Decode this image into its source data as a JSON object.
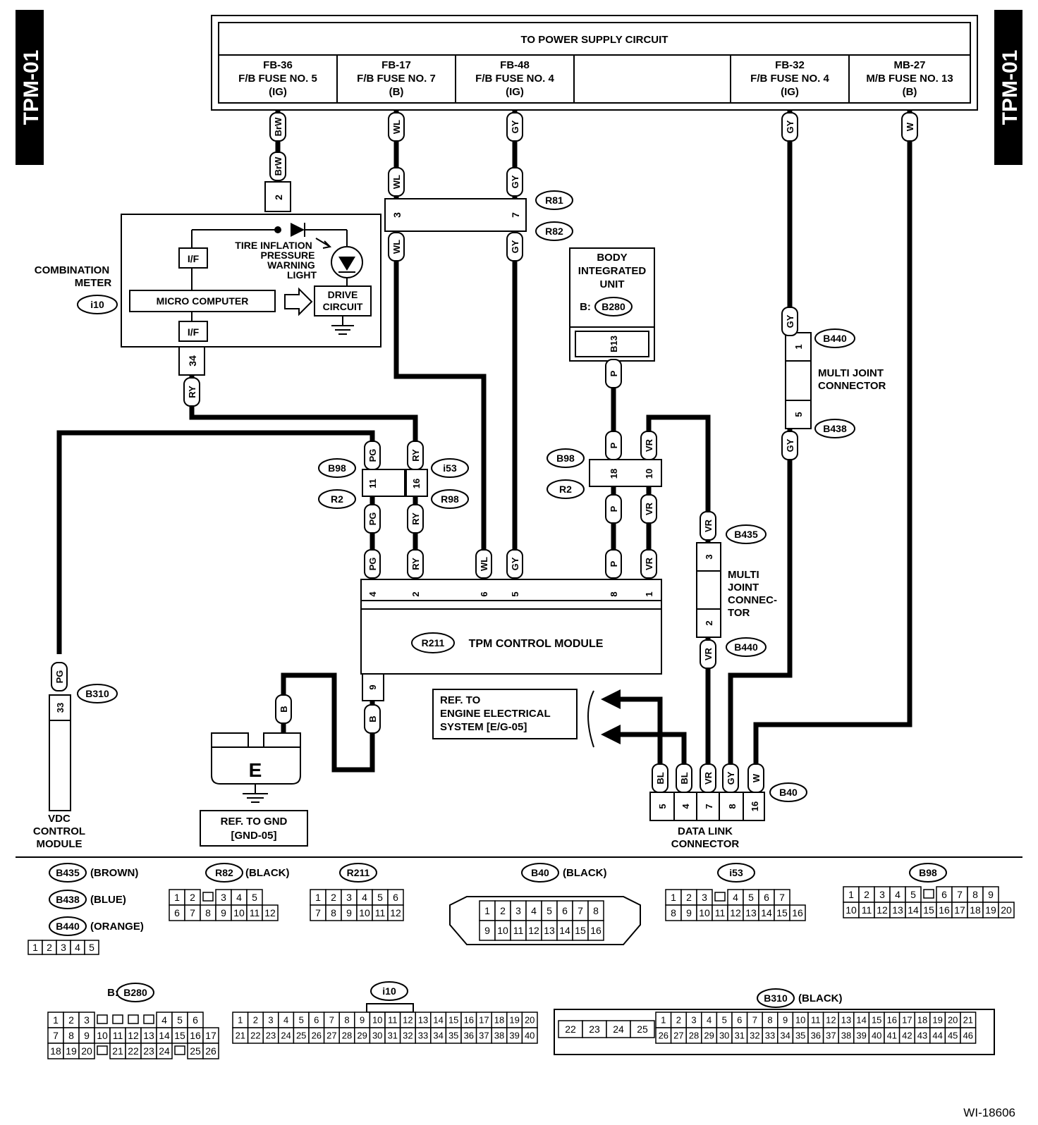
{
  "page_tag": "TPM-01",
  "diagram_code": "WI-18606",
  "power_supply": {
    "title": "TO POWER SUPPLY CIRCUIT",
    "fuses": [
      {
        "id": "FB-36",
        "name": "F/B FUSE NO. 5",
        "mode": "(IG)"
      },
      {
        "id": "FB-17",
        "name": "F/B FUSE NO. 7",
        "mode": "(B)"
      },
      {
        "id": "FB-48",
        "name": "F/B FUSE NO. 4",
        "mode": "(IG)"
      },
      {
        "id": "FB-32",
        "name": "F/B FUSE NO. 4",
        "mode": "(IG)"
      },
      {
        "id": "MB-27",
        "name": "M/B FUSE NO. 13",
        "mode": "(B)"
      }
    ]
  },
  "combination_meter": {
    "label_line1": "COMBINATION",
    "label_line2": "METER",
    "connector": "i10",
    "if_label": "I/F",
    "micro_computer": "MICRO COMPUTER",
    "warning_l1": "TIRE INFLATION",
    "warning_l2": "PRESSURE",
    "warning_l3": "WARNING",
    "warning_l4": "LIGHT",
    "drive_l1": "DRIVE",
    "drive_l2": "CIRCUIT",
    "pin_top": "2",
    "pin_bottom": "34"
  },
  "body_integrated_unit": {
    "line1": "BODY",
    "line2": "INTEGRATED",
    "line3": "UNIT",
    "prefix": "B:",
    "connector": "B280",
    "pin": "B13"
  },
  "tpm_module": {
    "connector": "R211",
    "label": "TPM CONTROL MODULE",
    "pins": [
      "4",
      "2",
      "6",
      "5",
      "8",
      "1"
    ],
    "ground_pin": "9"
  },
  "vdc_module": {
    "line1": "VDC",
    "line2": "CONTROL",
    "line3": "MODULE",
    "connector": "B310",
    "pin": "33"
  },
  "ground": {
    "symbol": "E",
    "ref_line1": "REF. TO GND",
    "ref_line2": "[GND-05]"
  },
  "engine_ref": {
    "line1": "REF. TO",
    "line2": "ENGINE ELECTRICAL",
    "line3": "SYSTEM [E/G-05]"
  },
  "data_link": {
    "line1": "DATA LINK",
    "line2": "CONNECTOR",
    "connector": "B40",
    "pins": [
      "5",
      "4",
      "7",
      "8",
      "16"
    ],
    "wires": [
      "BL",
      "BL",
      "VR",
      "GY",
      "W"
    ]
  },
  "multi_joint_1": {
    "line1": "MULTI JOINT",
    "line2": "CONNECTOR",
    "top_conn": "B440",
    "top_pin": "1",
    "bottom_conn": "B438",
    "bottom_pin": "5"
  },
  "multi_joint_2": {
    "line1": "MULTI",
    "line2": "JOINT",
    "line3": "CONNEC-",
    "line4": "TOR",
    "top_conn": "B435",
    "top_pin": "3",
    "bottom_conn": "B440",
    "bottom_pin": "2"
  },
  "intermediate": {
    "r81": "R81",
    "r82": "R82",
    "r81_pin_a": "3",
    "r81_pin_b": "7",
    "b98": "B98",
    "r2": "R2",
    "b98_pin_a": "11",
    "i53": "i53",
    "r98": "R98",
    "i53_pin": "16",
    "b98_r": "B98",
    "r2_r": "R2",
    "b98r_pin_a": "18",
    "b98r_pin_b": "10"
  },
  "wire_colors": {
    "brw": "BrW",
    "wl": "WL",
    "gy": "GY",
    "w": "W",
    "ry": "RY",
    "pg": "PG",
    "p": "P",
    "vr": "VR",
    "b": "B",
    "bl": "BL"
  },
  "legend": {
    "b435": "B435",
    "b435_color": "(BROWN)",
    "b438": "B438",
    "b438_color": "(BLUE)",
    "b440": "B440",
    "b440_color": "(ORANGE)",
    "b440_pins": [
      "1",
      "2",
      "3",
      "4",
      "5"
    ],
    "r82": "R82",
    "r82_color": "(BLACK)",
    "r82_row1": [
      "1",
      "2",
      "",
      "3",
      "4",
      "5"
    ],
    "r82_row2": [
      "6",
      "7",
      "8",
      "9",
      "10",
      "11",
      "12"
    ],
    "r211": "R211",
    "r211_row1": [
      "1",
      "2",
      "3",
      "4",
      "5",
      "6"
    ],
    "r211_row2": [
      "7",
      "8",
      "9",
      "10",
      "11",
      "12"
    ],
    "b40": "B40",
    "b40_color": "(BLACK)",
    "b40_row1": [
      "1",
      "2",
      "3",
      "4",
      "5",
      "6",
      "7",
      "8"
    ],
    "b40_row2": [
      "9",
      "10",
      "11",
      "12",
      "13",
      "14",
      "15",
      "16"
    ],
    "i53": "i53",
    "i53_row1": [
      "1",
      "2",
      "3",
      "",
      "4",
      "5",
      "6",
      "7"
    ],
    "i53_row2": [
      "8",
      "9",
      "10",
      "11",
      "12",
      "13",
      "14",
      "15",
      "16"
    ],
    "b98": "B98",
    "b98_row1": [
      "1",
      "2",
      "3",
      "4",
      "5",
      "",
      "6",
      "7",
      "8",
      "9"
    ],
    "b98_row2": [
      "10",
      "11",
      "12",
      "13",
      "14",
      "15",
      "16",
      "17",
      "18",
      "19",
      "20"
    ],
    "b280_prefix": "B:",
    "b280": "B280",
    "b280_row1": [
      "1",
      "2",
      "3",
      "",
      "",
      "",
      "",
      "4",
      "5",
      "6"
    ],
    "b280_row2": [
      "7",
      "8",
      "9",
      "10",
      "11",
      "12",
      "13",
      "14",
      "15",
      "16",
      "17"
    ],
    "b280_row3": [
      "18",
      "19",
      "20",
      "",
      "21",
      "22",
      "23",
      "24",
      "",
      "25",
      "26"
    ],
    "i10": "i10",
    "i10_row1": [
      "1",
      "2",
      "3",
      "4",
      "5",
      "6",
      "7",
      "8",
      "9",
      "10",
      "11",
      "12",
      "13",
      "14",
      "15",
      "16",
      "17",
      "18",
      "19",
      "20"
    ],
    "i10_row2": [
      "21",
      "22",
      "23",
      "24",
      "25",
      "26",
      "27",
      "28",
      "29",
      "30",
      "31",
      "32",
      "33",
      "34",
      "35",
      "36",
      "37",
      "38",
      "39",
      "40"
    ],
    "b310": "B310",
    "b310_color": "(BLACK)",
    "b310_left": [
      "22",
      "23",
      "24",
      "25"
    ],
    "b310_row1": [
      "1",
      "2",
      "3",
      "4",
      "5",
      "6",
      "7",
      "8",
      "9",
      "10",
      "11",
      "12",
      "13",
      "14",
      "15",
      "16",
      "17",
      "18",
      "19",
      "20",
      "21"
    ],
    "b310_row2": [
      "26",
      "27",
      "28",
      "29",
      "30",
      "31",
      "32",
      "33",
      "34",
      "35",
      "36",
      "37",
      "38",
      "39",
      "40",
      "41",
      "42",
      "43",
      "44",
      "45",
      "46"
    ]
  }
}
